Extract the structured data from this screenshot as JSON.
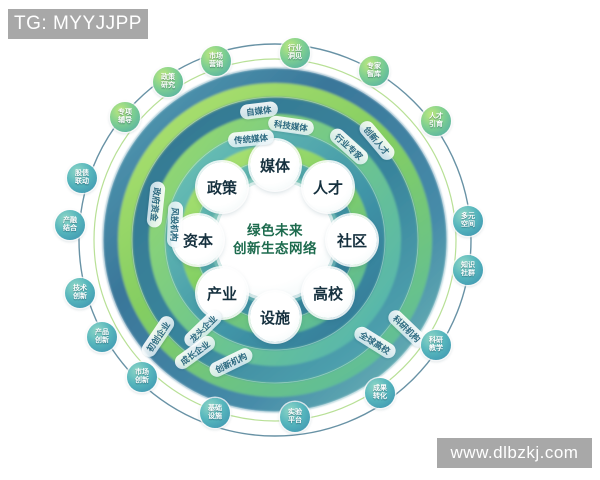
{
  "overlays": {
    "tg_tag": "TG: MYYJJPP",
    "watermark": "www.dlbzkj.com"
  },
  "diagram": {
    "type": "concentric-ecosystem-wheel",
    "center": {
      "line1": "绿色未来",
      "line2": "创新生态网络"
    },
    "inner_nodes": [
      {
        "label": "媒体",
        "angle": -90
      },
      {
        "label": "人才",
        "angle": -45
      },
      {
        "label": "社区",
        "angle": 0
      },
      {
        "label": "高校",
        "angle": 45
      },
      {
        "label": "设施",
        "angle": 90
      },
      {
        "label": "产业",
        "angle": 135
      },
      {
        "label": "资本",
        "angle": 180
      },
      {
        "label": "政策",
        "angle": -135
      }
    ],
    "middle_labels": [
      {
        "label": "自媒体",
        "angle": -96
      },
      {
        "label": "科技媒体",
        "angle": -80
      },
      {
        "label": "传统媒体",
        "angle": -108
      },
      {
        "label": "行业专家",
        "angle": -56
      },
      {
        "label": "创新人才",
        "angle": -40
      },
      {
        "label": "政府资金",
        "angle": 193
      },
      {
        "label": "风投机构",
        "angle": 176
      },
      {
        "label": "初创企业",
        "angle": 140
      },
      {
        "label": "龙头企业",
        "angle": 127
      },
      {
        "label": "成长企业",
        "angle": 116
      },
      {
        "label": "创新机构",
        "angle": 104
      },
      {
        "label": "全球高校",
        "angle": 57
      },
      {
        "label": "科研机构",
        "angle": 42
      }
    ],
    "outer_nodes": [
      {
        "label": "市场\n营销",
        "angle": -108,
        "tone": "g"
      },
      {
        "label": "行业\n洞见",
        "angle": -84,
        "tone": "g"
      },
      {
        "label": "专家\n智库",
        "angle": -60,
        "tone": "g"
      },
      {
        "label": "人才\n引育",
        "angle": -38,
        "tone": "g"
      },
      {
        "label": "多元\n空间",
        "angle": -8,
        "tone": "b"
      },
      {
        "label": "知识\n社群",
        "angle": 10,
        "tone": "b"
      },
      {
        "label": "科研\n教学",
        "angle": 36,
        "tone": "b"
      },
      {
        "label": "成果\n转化",
        "angle": 58,
        "tone": "b"
      },
      {
        "label": "实验\n平台",
        "angle": 80,
        "tone": "b"
      },
      {
        "label": "基础\n设施",
        "angle": 100,
        "tone": "b"
      },
      {
        "label": "市场\n创新",
        "angle": 120,
        "tone": "b"
      },
      {
        "label": "产品\n创新",
        "angle": 140,
        "tone": "b"
      },
      {
        "label": "技术\n创新",
        "angle": 158,
        "tone": "b"
      },
      {
        "label": "产融\n结合",
        "angle": 186,
        "tone": "b"
      },
      {
        "label": "股债\n联动",
        "angle": 205,
        "tone": "b"
      },
      {
        "label": "专项\n辅导",
        "angle": 223,
        "tone": "g"
      },
      {
        "label": "政策\n研究",
        "angle": 245,
        "tone": "g"
      }
    ],
    "colors": {
      "ring_outer_teal": "#3f87a6",
      "ring_deep_blue": "#2f6f94",
      "ring_mid_blue": "#3f8fa6",
      "ring_green_bright": "#8fd44e",
      "ring_green_soft": "#a9e06a",
      "ring_teal_light": "#6cc3b8",
      "center_text": "#1d6b4e",
      "node_text": "#16313f",
      "overlay_gray": "#a8a8a8"
    }
  }
}
